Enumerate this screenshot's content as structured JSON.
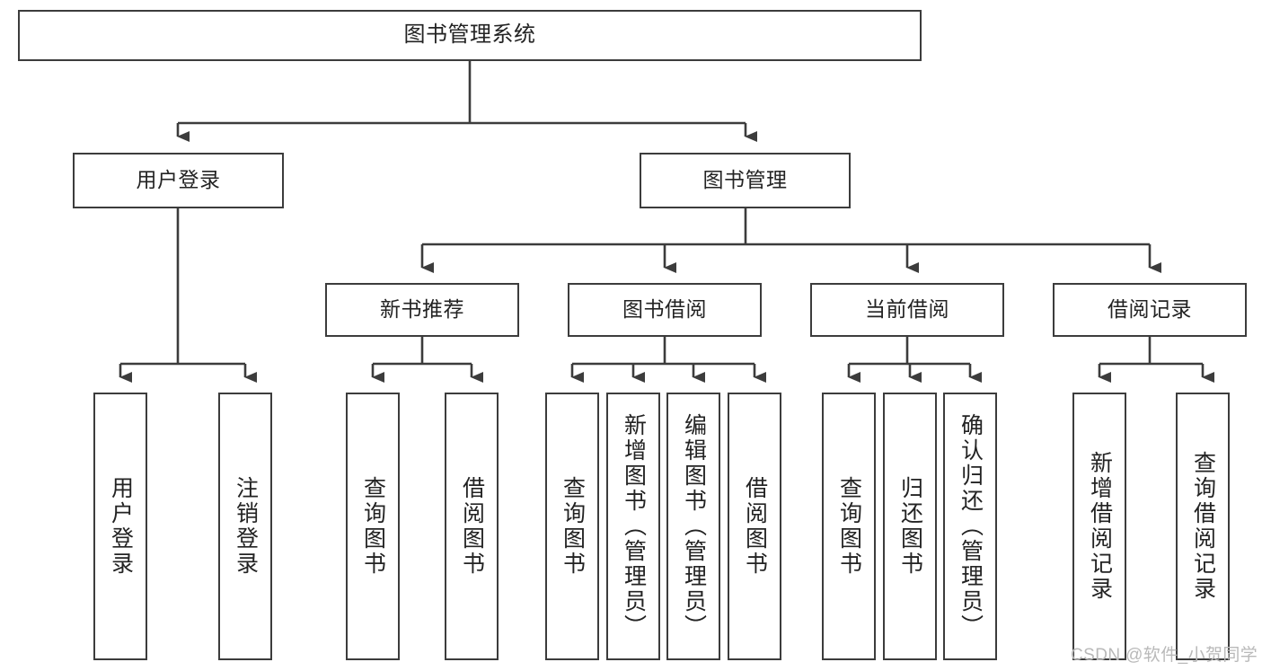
{
  "diagram": {
    "title": "图书管理系统",
    "type": "tree",
    "stroke_color": "#3c3c3c",
    "fill_color": "#ffffff",
    "text_color": "#232323",
    "root": {
      "label": "图书管理系统",
      "children": [
        {
          "label": "用户登录",
          "children": [
            {
              "label": "用户登录"
            },
            {
              "label": "注销登录"
            }
          ]
        },
        {
          "label": "图书管理",
          "children": [
            {
              "label": "新书推荐",
              "children": [
                {
                  "label": "查询图书"
                },
                {
                  "label": "借阅图书"
                }
              ]
            },
            {
              "label": "图书借阅",
              "children": [
                {
                  "label": "查询图书"
                },
                {
                  "label": "新增图书（管理员）"
                },
                {
                  "label": "编辑图书（管理员）"
                },
                {
                  "label": "借阅图书"
                }
              ]
            },
            {
              "label": "当前借阅",
              "children": [
                {
                  "label": "查询图书"
                },
                {
                  "label": "归还图书"
                },
                {
                  "label": "确认归还（管理员）"
                }
              ]
            },
            {
              "label": "借阅记录",
              "children": [
                {
                  "label": "新增借阅记录"
                },
                {
                  "label": "查询借阅记录"
                }
              ]
            }
          ]
        }
      ]
    }
  },
  "nodes": {
    "root": "图书管理系统",
    "l2_user_login": "用户登录",
    "l2_book_mgmt": "图书管理",
    "l3_new_book_rec": "新书推荐",
    "l3_book_borrow": "图书借阅",
    "l3_current_borrow": "当前借阅",
    "l3_borrow_record": "借阅记录",
    "leaf_user_login": "用户登录",
    "leaf_logout": "注销登录",
    "leaf_rec_query_book": "查询图书",
    "leaf_rec_borrow_book": "借阅图书",
    "leaf_borrow_query_book": "查询图书",
    "leaf_borrow_add_book": "新增图书（管理员）",
    "leaf_borrow_edit_book": "编辑图书（管理员）",
    "leaf_borrow_borrow_book": "借阅图书",
    "leaf_cur_query_book": "查询图书",
    "leaf_cur_return_book": "归还图书",
    "leaf_cur_confirm_return": "确认归还（管理员）",
    "leaf_rec_add_record": "新增借阅记录",
    "leaf_rec_query_record": "查询借阅记录"
  },
  "watermark": {
    "text": "CSDN @软件_小贺同学",
    "color": "#b9b9b9"
  }
}
